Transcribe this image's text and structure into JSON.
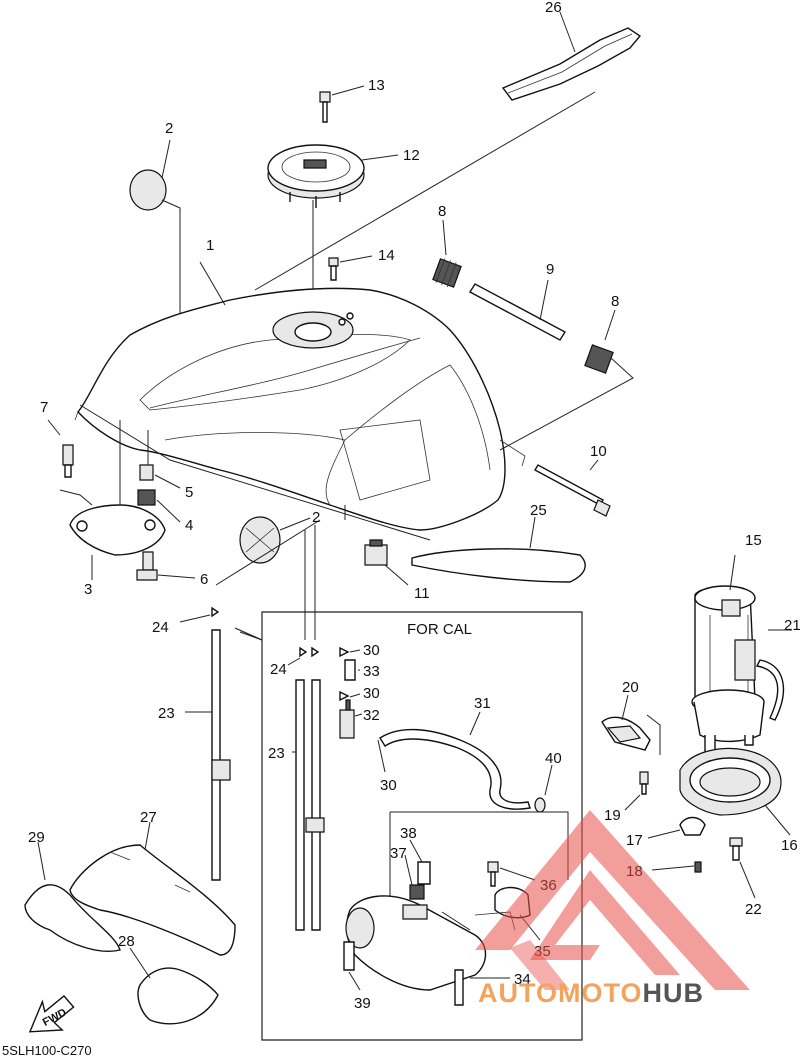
{
  "diagram": {
    "inset_title": "FOR CAL",
    "fwd_label": "FWD",
    "code": "5SLH100-C270",
    "callouts": {
      "c1": "1",
      "c2a": "2",
      "c2b": "2",
      "c3": "3",
      "c4": "4",
      "c5": "5",
      "c6": "6",
      "c7": "7",
      "c8a": "8",
      "c8b": "8",
      "c9": "9",
      "c10": "10",
      "c11": "11",
      "c12": "12",
      "c13": "13",
      "c14": "14",
      "c15": "15",
      "c16": "16",
      "c17": "17",
      "c18": "18",
      "c19": "19",
      "c20": "20",
      "c21": "21",
      "c22": "22",
      "c23a": "23",
      "c23b": "23",
      "c24a": "24",
      "c24b": "24",
      "c25": "25",
      "c26": "26",
      "c27": "27",
      "c28": "28",
      "c29": "29",
      "c30a": "30",
      "c30b": "30",
      "c30c": "30",
      "c31": "31",
      "c32": "32",
      "c33": "33",
      "c34": "34",
      "c35": "35",
      "c36": "36",
      "c37": "37",
      "c38": "38",
      "c39": "39",
      "c40": "40"
    }
  },
  "watermark": {
    "brand_a": "AUTOMOTO",
    "brand_b": "HUB",
    "color": "#e8504a",
    "brand_color": "#f3a35c"
  }
}
